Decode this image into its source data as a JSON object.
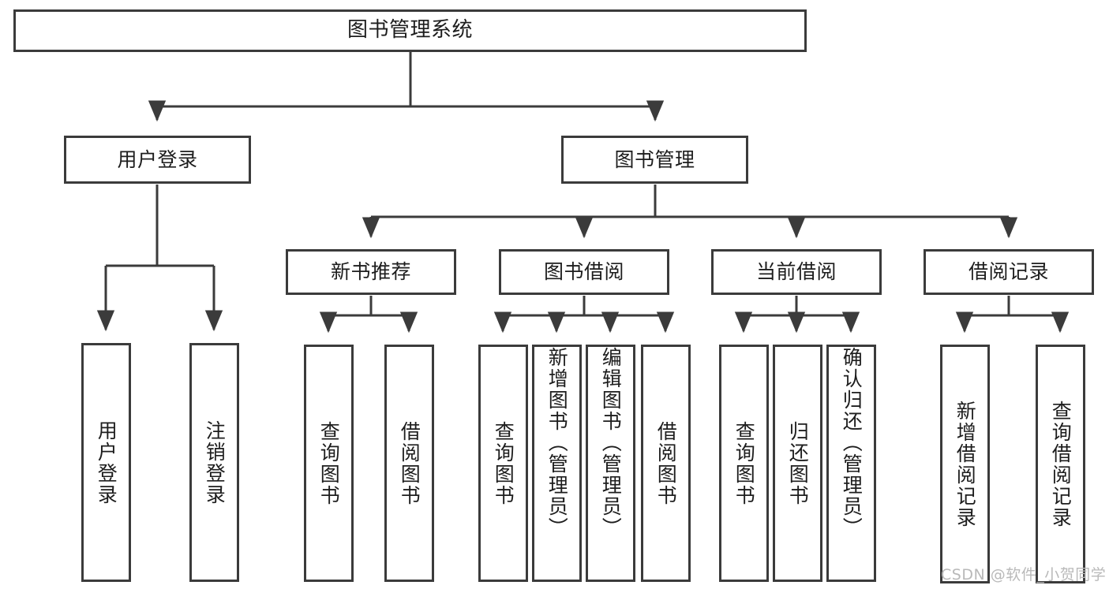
{
  "diagram": {
    "title": "图书管理系统",
    "type": "tree-hierarchy",
    "root": {
      "label": "图书管理系统"
    },
    "level2": [
      {
        "label": "用户登录"
      },
      {
        "label": "图书管理"
      }
    ],
    "level3": [
      {
        "label": "新书推荐"
      },
      {
        "label": "图书借阅"
      },
      {
        "label": "当前借阅"
      },
      {
        "label": "借阅记录"
      }
    ],
    "leaves": {
      "user_login": [
        {
          "label": "用户登录"
        },
        {
          "label": "注销登录"
        }
      ],
      "new_book_recommend": [
        {
          "label": "查询图书"
        },
        {
          "label": "借阅图书"
        }
      ],
      "book_borrow": [
        {
          "label": "查询图书"
        },
        {
          "label": "新增图书（管理员）"
        },
        {
          "label": "编辑图书（管理员）"
        },
        {
          "label": "借阅图书"
        }
      ],
      "current_borrow": [
        {
          "label": "查询图书"
        },
        {
          "label": "归还图书"
        },
        {
          "label": "确认归还（管理员）"
        }
      ],
      "borrow_record": [
        {
          "label": "新增借阅记录"
        },
        {
          "label": "查询借阅记录"
        }
      ]
    }
  },
  "watermark": {
    "text": "CSDN @软件_小贺同学"
  },
  "colors": {
    "stroke": "#3b3b3b",
    "text": "#1d1d1d",
    "background": "#ffffff",
    "watermark": "#b9b9b9"
  }
}
